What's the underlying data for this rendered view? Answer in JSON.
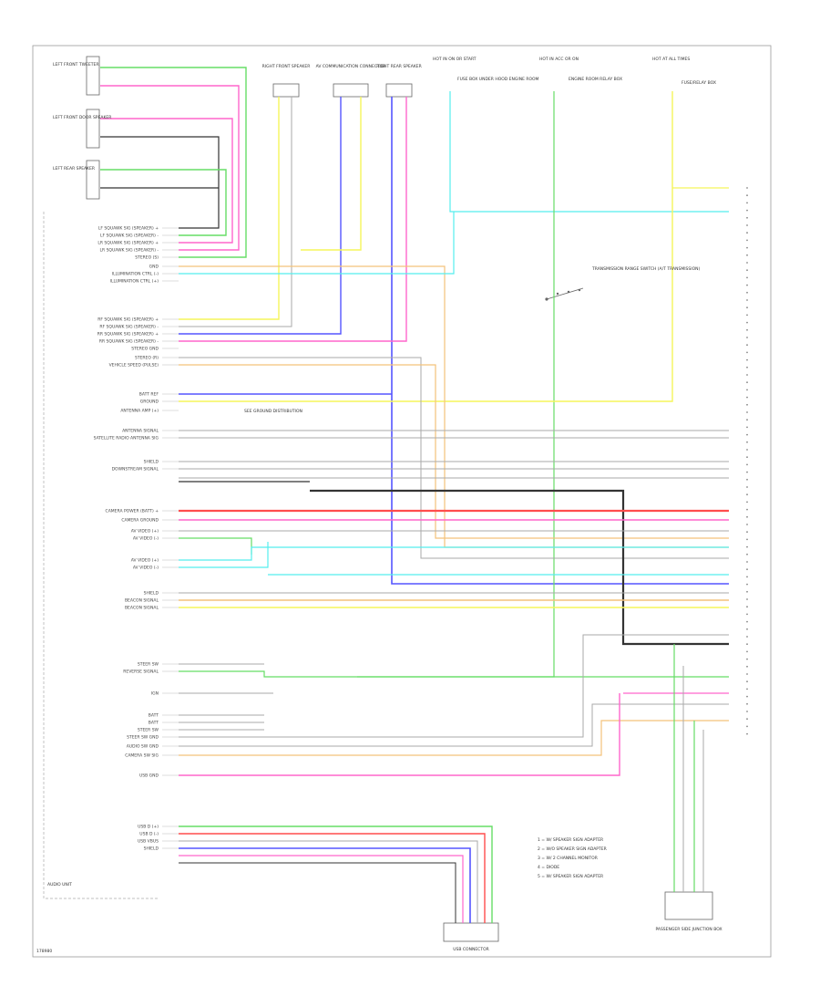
{
  "title": "",
  "footer": {
    "unit_label": "AUDIO UNIT",
    "page_id": "178980"
  },
  "components": {
    "top_left": [
      {
        "label": "LEFT FRONT TWEETER"
      },
      {
        "label": "LEFT FRONT DOOR SPEAKER"
      },
      {
        "label": "LEFT REAR SPEAKER"
      }
    ],
    "top_mid": [
      {
        "label": "RIGHT FRONT SPEAKER"
      },
      {
        "label": "AV COMMUNICATION CONNECTOR"
      },
      {
        "label": "RIGHT REAR SPEAKER"
      }
    ],
    "fuse_boxes": [
      {
        "label": "HOT IN ON OR START",
        "note": "FUSE BOX UNDER HOOD ENGINE ROOM"
      },
      {
        "label": "HOT IN ACC OR ON",
        "note": "ENGINE ROOM RELAY BOX"
      },
      {
        "label": "HOT AT ALL TIMES",
        "note": "FUSE/RELAY BOX"
      }
    ],
    "transmission": "TRANSMISSION RANGE SWITCH (A/T TRANSMISSION)",
    "usb": "USB CONNECTOR",
    "passenger_ecu": "PASSENGER SIDE JUNCTION BOX",
    "ground": "SEE GROUND DISTRIBUTION"
  },
  "pins": [
    {
      "label": "LF SQUAWK SIG (SPEAKER) +"
    },
    {
      "label": "LF SQUAWK SIG (SPEAKER) -"
    },
    {
      "label": "LR SQUAWK SIG (SPEAKER) +"
    },
    {
      "label": "LR SQUAWK SIG (SPEAKER) -"
    },
    {
      "label": "STEREO (S)"
    },
    {
      "label": "GND"
    },
    {
      "label": "ILLUMINATION CTRL (-)"
    },
    {
      "label": "ILLUMINATION CTRL (+)"
    },
    {
      "label": "RF SQUAWK SIG (SPEAKER) +"
    },
    {
      "label": "RF SQUAWK SIG (SPEAKER) -"
    },
    {
      "label": "RR SQUAWK SIG (SPEAKER) +"
    },
    {
      "label": "RR SQUAWK SIG (SPEAKER) -"
    },
    {
      "label": "STEREO GND"
    },
    {
      "label": "STEREO (R)"
    },
    {
      "label": "VEHICLE SPEED (PULSE)"
    },
    {
      "label": "BATT REF"
    },
    {
      "label": "GROUND"
    },
    {
      "label": "ANTENNA AMP (+)"
    },
    {
      "label": "ANTENNA SIGNAL"
    },
    {
      "label": "SATELLITE RADIO ANTENNA SIG"
    },
    {
      "label": "SHIELD"
    },
    {
      "label": "DOWNSTREAM SIGNAL"
    },
    {
      "label": "CAMERA POWER (BATT) +"
    },
    {
      "label": "CAMERA GROUND"
    },
    {
      "label": "AV VIDEO (+)"
    },
    {
      "label": "AV VIDEO (-)"
    },
    {
      "label": "AV VIDEO (+)"
    },
    {
      "label": "AV VIDEO (-)"
    },
    {
      "label": "SHIELD"
    },
    {
      "label": "BEACON SIGNAL"
    },
    {
      "label": "BEACON SIGNAL"
    },
    {
      "label": "STEER SW"
    },
    {
      "label": "REVERSE SIGNAL"
    },
    {
      "label": "IGN"
    },
    {
      "label": "BATT"
    },
    {
      "label": "BATT"
    },
    {
      "label": "STEER SW"
    },
    {
      "label": "STEER SW GND"
    },
    {
      "label": "AUDIO SW GND"
    },
    {
      "label": "CAMERA SW SIG"
    },
    {
      "label": "USB GND"
    },
    {
      "label": "USB D (+)"
    },
    {
      "label": "USB D (-)"
    },
    {
      "label": "USB VBUS"
    },
    {
      "label": "SHIELD"
    }
  ],
  "legend": [
    {
      "text": "1 = W/ SPEAKER SIGN ADAPTER"
    },
    {
      "text": "2 = W/O SPEAKER SIGN ADAPTER"
    },
    {
      "text": "3 = W/ 2 CHANNEL MONITOR"
    },
    {
      "text": "4 = DIODE"
    },
    {
      "text": "5 = W/ SPEAKER SIGN ADAPTER"
    }
  ],
  "colors": {
    "red": "#ff4d4d",
    "pink": "#ff66cc",
    "green": "#66dd66",
    "blue": "#5555ff",
    "cyan": "#55eeee",
    "yellow": "#f5f55a",
    "orange": "#f4c27a",
    "gray": "#aaaaaa",
    "black": "#333333"
  }
}
